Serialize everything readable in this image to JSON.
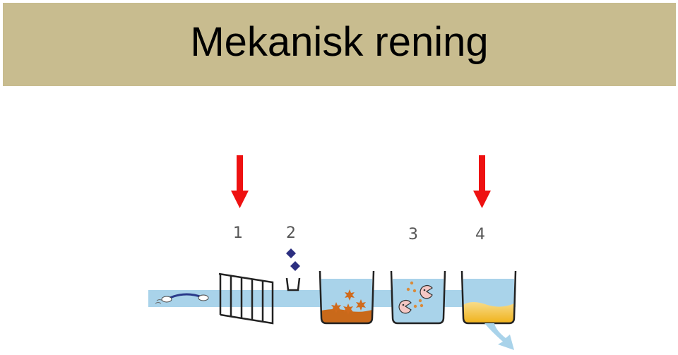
{
  "title": "Mekanisk rening",
  "stages": [
    {
      "id": "1",
      "label": "1",
      "highlighted": true
    },
    {
      "id": "2",
      "label": "2",
      "highlighted": false
    },
    {
      "id": "3",
      "label": "3",
      "highlighted": false
    },
    {
      "id": "4",
      "label": "4",
      "highlighted": true
    }
  ],
  "colors": {
    "header": "#c8bc8f",
    "arrow": "#ee1111",
    "water": "#a9d3ea",
    "sludge": "#c9691a",
    "particles": "#d06a1c",
    "chemical": "#2c2f80",
    "bacteria": "#f4c7c4",
    "oil": "#f3c23a"
  }
}
